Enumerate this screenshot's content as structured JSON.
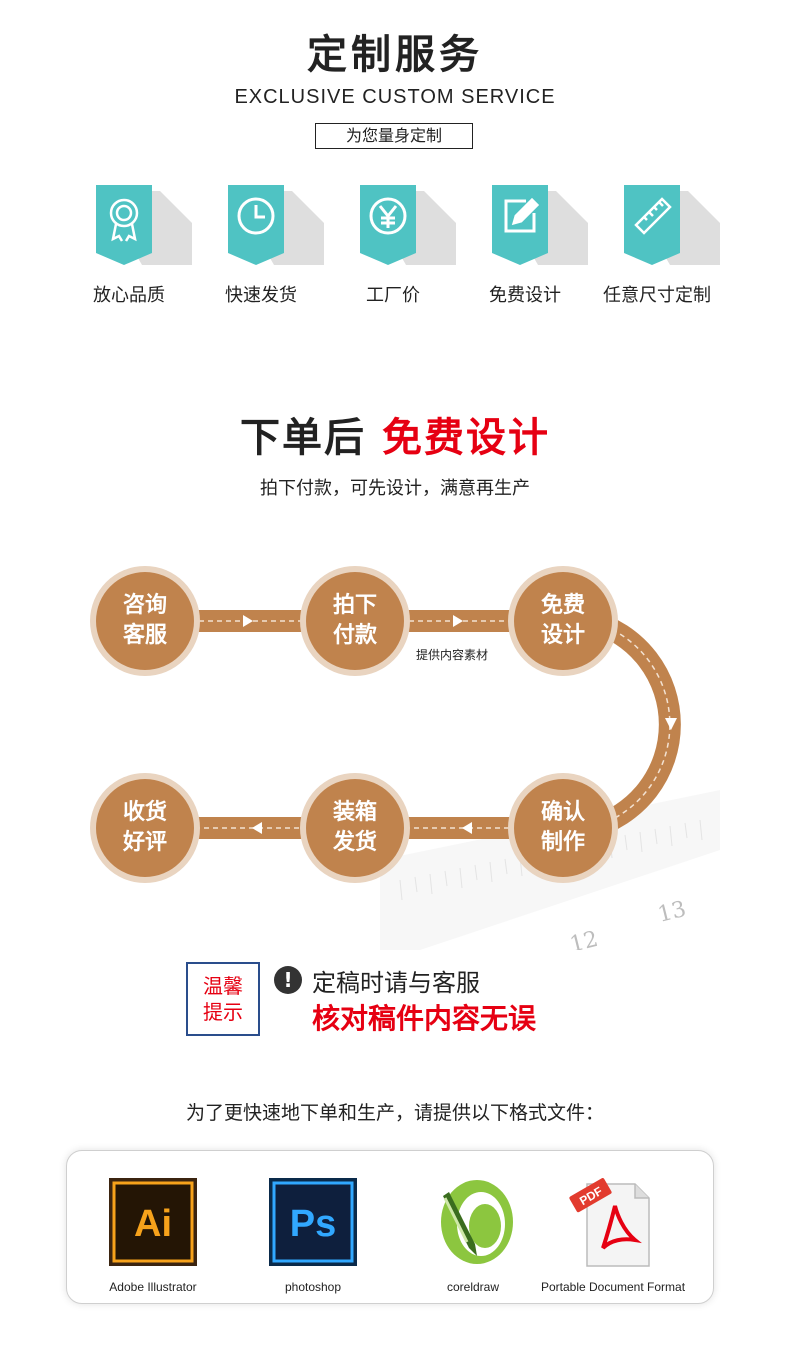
{
  "section1": {
    "title": "定制服务",
    "subtitle": "EXCLUSIVE CUSTOM SERVICE",
    "tag": "为您量身定制",
    "features": [
      {
        "label": "放心品质",
        "icon": "medal-icon"
      },
      {
        "label": "快速发货",
        "icon": "clock-icon"
      },
      {
        "label": "工厂价",
        "icon": "yen-icon"
      },
      {
        "label": "免费设计",
        "icon": "edit-icon"
      },
      {
        "label": "任意尺寸定制",
        "icon": "ruler-icon"
      }
    ],
    "colors": {
      "teal": "#4fc3c3",
      "shadow": "#d9d9d9"
    }
  },
  "section2": {
    "title_part1": "下单后",
    "title_part2": "免费设计",
    "subtitle": "拍下付款，可先设计，满意再生产",
    "steps": [
      {
        "line1": "咨询",
        "line2": "客服"
      },
      {
        "line1": "拍下",
        "line2": "付款"
      },
      {
        "line1": "免费",
        "line2": "设计"
      },
      {
        "line1": "确认",
        "line2": "制作"
      },
      {
        "line1": "装箱",
        "line2": "发货"
      },
      {
        "line1": "收货",
        "line2": "好评"
      }
    ],
    "note": "提供内容素材",
    "ruler_numbers": [
      "12",
      "13"
    ],
    "colors": {
      "brown": "#c0834d",
      "ring": "#e9d4c0",
      "red": "#e60012"
    }
  },
  "notice": {
    "box_line1": "温馨",
    "box_line2": "提示",
    "icon": "exclamation-icon",
    "line1": "定稿时请与客服",
    "line2": "核对稿件内容无误"
  },
  "section3": {
    "subtitle": "为了更快速地下单和生产，请提供以下格式文件：",
    "formats": [
      {
        "caption": "Adobe Illustrator",
        "glyph": "Ai",
        "icon": "illustrator-icon"
      },
      {
        "caption": "photoshop",
        "glyph": "Ps",
        "icon": "photoshop-icon"
      },
      {
        "caption": "coreldraw",
        "icon": "coreldraw-icon"
      },
      {
        "caption": "Portable Document Format",
        "badge": "PDF",
        "icon": "pdf-icon"
      }
    ]
  }
}
